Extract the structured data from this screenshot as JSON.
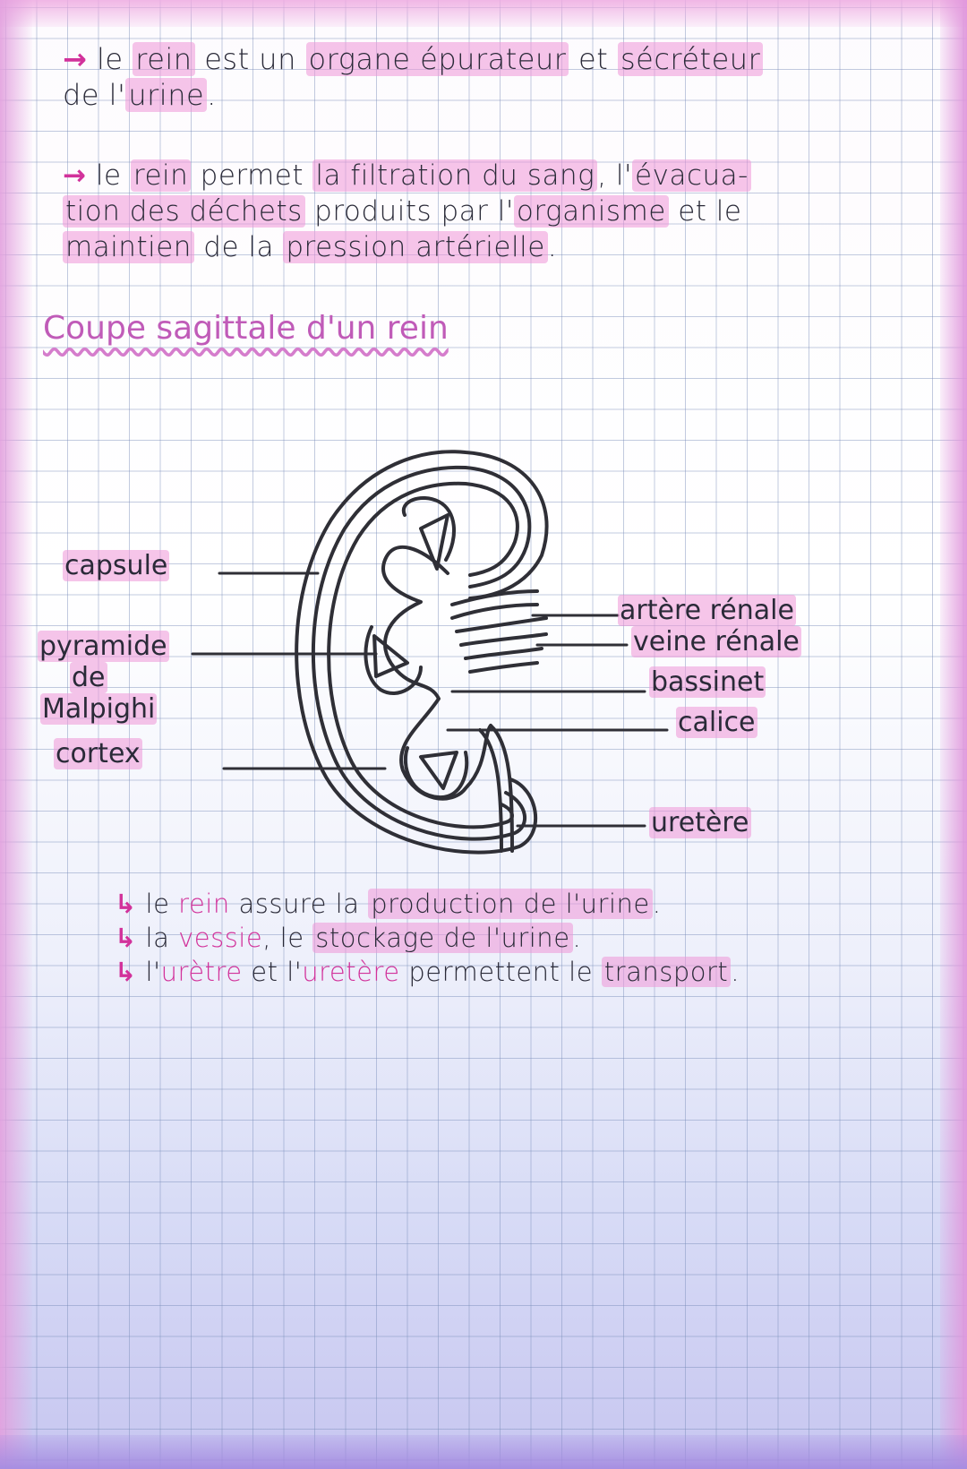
{
  "paragraphs": {
    "p1": {
      "arrow": "→",
      "l1_a": "le ",
      "l1_b": "rein",
      "l1_c": " est un ",
      "l1_d": "organe épurateur",
      "l1_e": " et ",
      "l1_f": "sécréteur",
      "l2_a": "de l'",
      "l2_b": "urine",
      "l2_c": "."
    },
    "p2": {
      "arrow": "→",
      "l1_a": "le ",
      "l1_b": "rein",
      "l1_c": " permet ",
      "l1_d": "la filtration du sang",
      "l1_e": ", l'",
      "l1_f": "évacua-",
      "l2_a": "tion des déchets",
      "l2_b": " produits par l'",
      "l2_c": "organisme",
      "l2_d": " et le",
      "l3_a": "maintien",
      "l3_b": " de la ",
      "l3_c": "pression artérielle",
      "l3_d": "."
    }
  },
  "diagram": {
    "title": "Coupe sagittale d'un rein",
    "labels_left": {
      "capsule": "capsule",
      "pyramide_1": "pyramide",
      "pyramide_2": "de",
      "pyramide_3": "Malpighi",
      "cortex": "cortex"
    },
    "labels_right": {
      "artere": "artère rénale",
      "veine": "veine rénale",
      "bassinet": "bassinet",
      "calice": "calice",
      "uretere": "uretère"
    }
  },
  "notes": [
    {
      "arrow": "↳",
      "a": " le ",
      "b": "rein",
      "c": " assure la ",
      "d": "production de l'urine",
      "e": "."
    },
    {
      "arrow": "↳",
      "a": " la ",
      "b": "vessie",
      "c": ", le ",
      "d": "stockage de l'urine",
      "e": "."
    },
    {
      "arrow": "↳",
      "a": " l'",
      "b": "urètre",
      "c": " et l'",
      "d": "uretère",
      "e": " permettent le ",
      "f": "transport",
      "g": "."
    }
  ],
  "colors": {
    "highlight": "#ee96d7",
    "arrow": "#d2329b",
    "heading": "#c05bb8",
    "ink": "#2a2a38"
  }
}
